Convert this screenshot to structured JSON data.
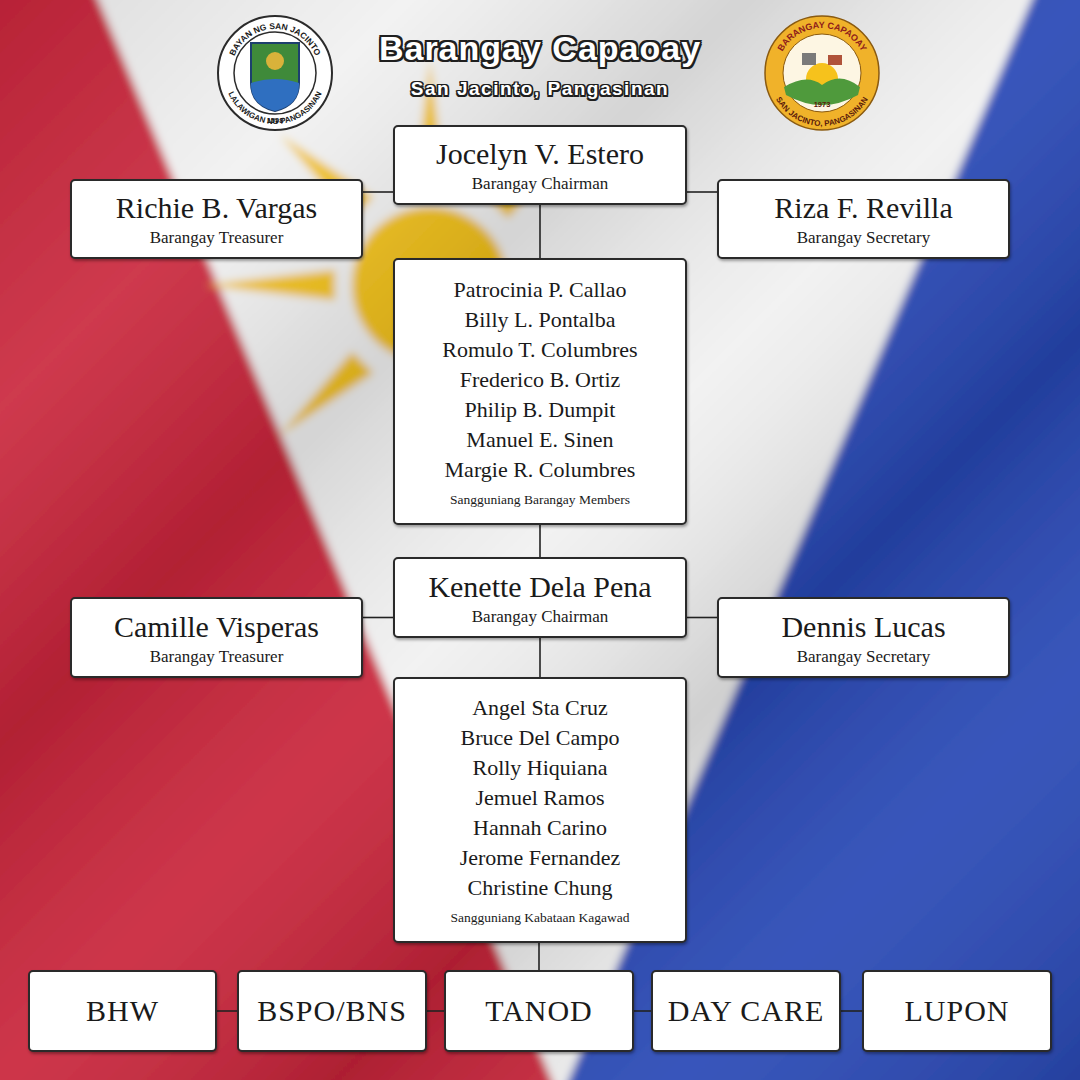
{
  "diagram": {
    "title": "Barangay Capaoay",
    "nodes": [
      {
        "text": [
          "Jocelyn V. Estero",
          "Barangay Chairman"
        ]
      },
      {
        "text": [
          "Richie B. Vargas",
          "Barangay Treasurer"
        ]
      },
      {
        "text": [
          "Riza F. Revilla",
          "Barangay Secretary"
        ]
      },
      {
        "text": [
          "Patrocinia P. Callao",
          "Billy L. Pontalba",
          "Romulo T. Columbres",
          "Frederico B. Ortiz",
          "Philip B. Dumpit",
          "Manuel E. Sinen",
          "Margie R. Columbres",
          "Sangguniang Barangay Members"
        ]
      },
      {
        "text": [
          "Kenette Dela Pena",
          "Barangay Chairman"
        ]
      },
      {
        "text": [
          "Camille Visperas",
          "Barangay Treasurer"
        ]
      },
      {
        "text": [
          "Dennis Lucas",
          "Barangay Secretary"
        ]
      },
      {
        "text": [
          "Angel Sta Cruz",
          "Bruce Del Campo",
          "Rolly Hiquiana",
          "Jemuel Ramos",
          "Hannah Carino",
          "Jerome Fernandez",
          "Christine Chung",
          "Sangguniang Kabataan Kagawad"
        ]
      },
      {
        "text": [
          "BHW"
        ]
      },
      {
        "text": [
          "BSPO/BNS"
        ]
      },
      {
        "text": [
          "TANOD"
        ]
      },
      {
        "text": [
          "DAY CARE"
        ]
      },
      {
        "text": [
          "LUPON"
        ]
      }
    ],
    "edges": [
      {
        "from": 0,
        "to": 1,
        "arrow": "none"
      },
      {
        "from": 0,
        "to": 2,
        "arrow": "none"
      },
      {
        "from": 0,
        "to": 3,
        "arrow": "none"
      },
      {
        "from": 3,
        "to": 4,
        "arrow": "none"
      },
      {
        "from": 4,
        "to": 5,
        "arrow": "none"
      },
      {
        "from": 4,
        "to": 6,
        "arrow": "none"
      },
      {
        "from": 4,
        "to": 7,
        "arrow": "none"
      },
      {
        "from": 7,
        "to": 10,
        "arrow": "none"
      },
      {
        "from": 8,
        "to": 9,
        "arrow": "none"
      },
      {
        "from": 9,
        "to": 10,
        "arrow": "none"
      },
      {
        "from": 10,
        "to": 11,
        "arrow": "none"
      },
      {
        "from": 11,
        "to": 12,
        "arrow": "none"
      }
    ],
    "labels": [
      "San Jacinto, Pangasinan",
      "BAYAN NG SAN JACINTO",
      "LALAWIGAN NG PANGASINAN",
      "1598",
      "BARANGAY CAPAOAY",
      "SAN JACINTO, PANGASINAN",
      "1973"
    ]
  }
}
